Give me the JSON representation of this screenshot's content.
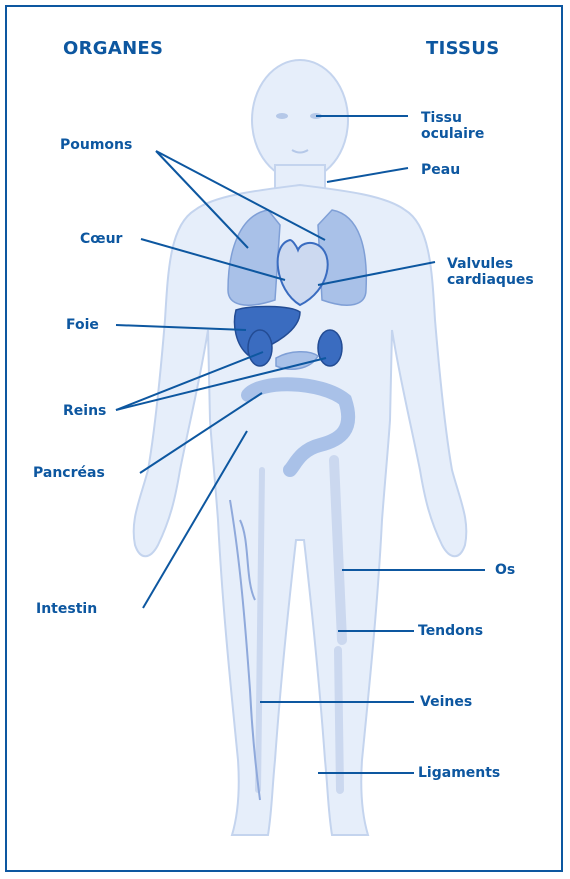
{
  "headers": {
    "organs": "ORGANES",
    "tissues": "TISSUS"
  },
  "organs": {
    "lungs": "Poumons",
    "heart": "Cœur",
    "liver": "Foie",
    "kidneys": "Reins",
    "pancreas": "Pancréas",
    "intestine": "Intestin"
  },
  "tissues": {
    "eye_line1": "Tissu",
    "eye_line2": "oculaire",
    "skin": "Peau",
    "valves_line1": "Valvules",
    "valves_line2": "cardiaques",
    "bone": "Os",
    "tendons": "Tendons",
    "veins": "Veines",
    "ligaments": "Ligaments"
  },
  "colors": {
    "accent": "#0d57a0",
    "body_fill": "#e6eefa",
    "body_outline": "#c4d4ee",
    "organ_dark": "#3a6cc0",
    "organ_light": "#a9c1e8"
  }
}
